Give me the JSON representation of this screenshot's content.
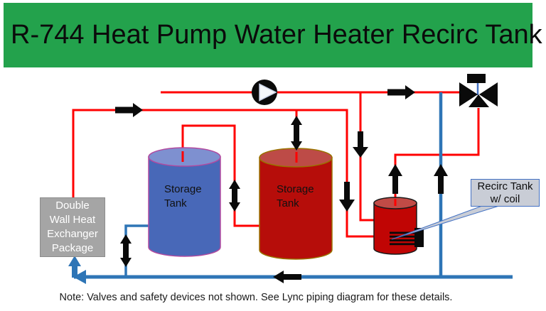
{
  "header": {
    "title": "R-744 Heat Pump Water Heater Recirc Tank"
  },
  "diagram": {
    "heat_exchanger_label": "Double\nWall Heat\nExchanger\nPackage",
    "blue_tank_label": "Storage\nTank",
    "red_tank_label": "Storage\nTank",
    "recirc_callout_label": "Recirc Tank\nw/ coil"
  },
  "note": "Note: Valves and safety devices not shown. See Lync piping diagram for these details.",
  "colors": {
    "header_green": "#23A24C",
    "hot_pipe_red": "#FF0000",
    "cold_pipe_blue": "#2E75B6",
    "blue_tank_body": "#4868B8",
    "blue_tank_top": "#7E90D0",
    "red_tank_body": "#B60D0A",
    "red_tank_top": "#BD4B47",
    "recirc_tank_body": "#C00504",
    "heat_exchanger_gray": "#A5A5A5",
    "callout_fill_gray": "#C9CDD6",
    "callout_border_blue": "#4472C4",
    "arrow_black": "#0a0a0a"
  },
  "icons": {
    "pump": "circulator-pump-icon",
    "valve": "three-way-mixing-valve-icon",
    "flow_arrows": "flow-direction-arrow-icon"
  }
}
